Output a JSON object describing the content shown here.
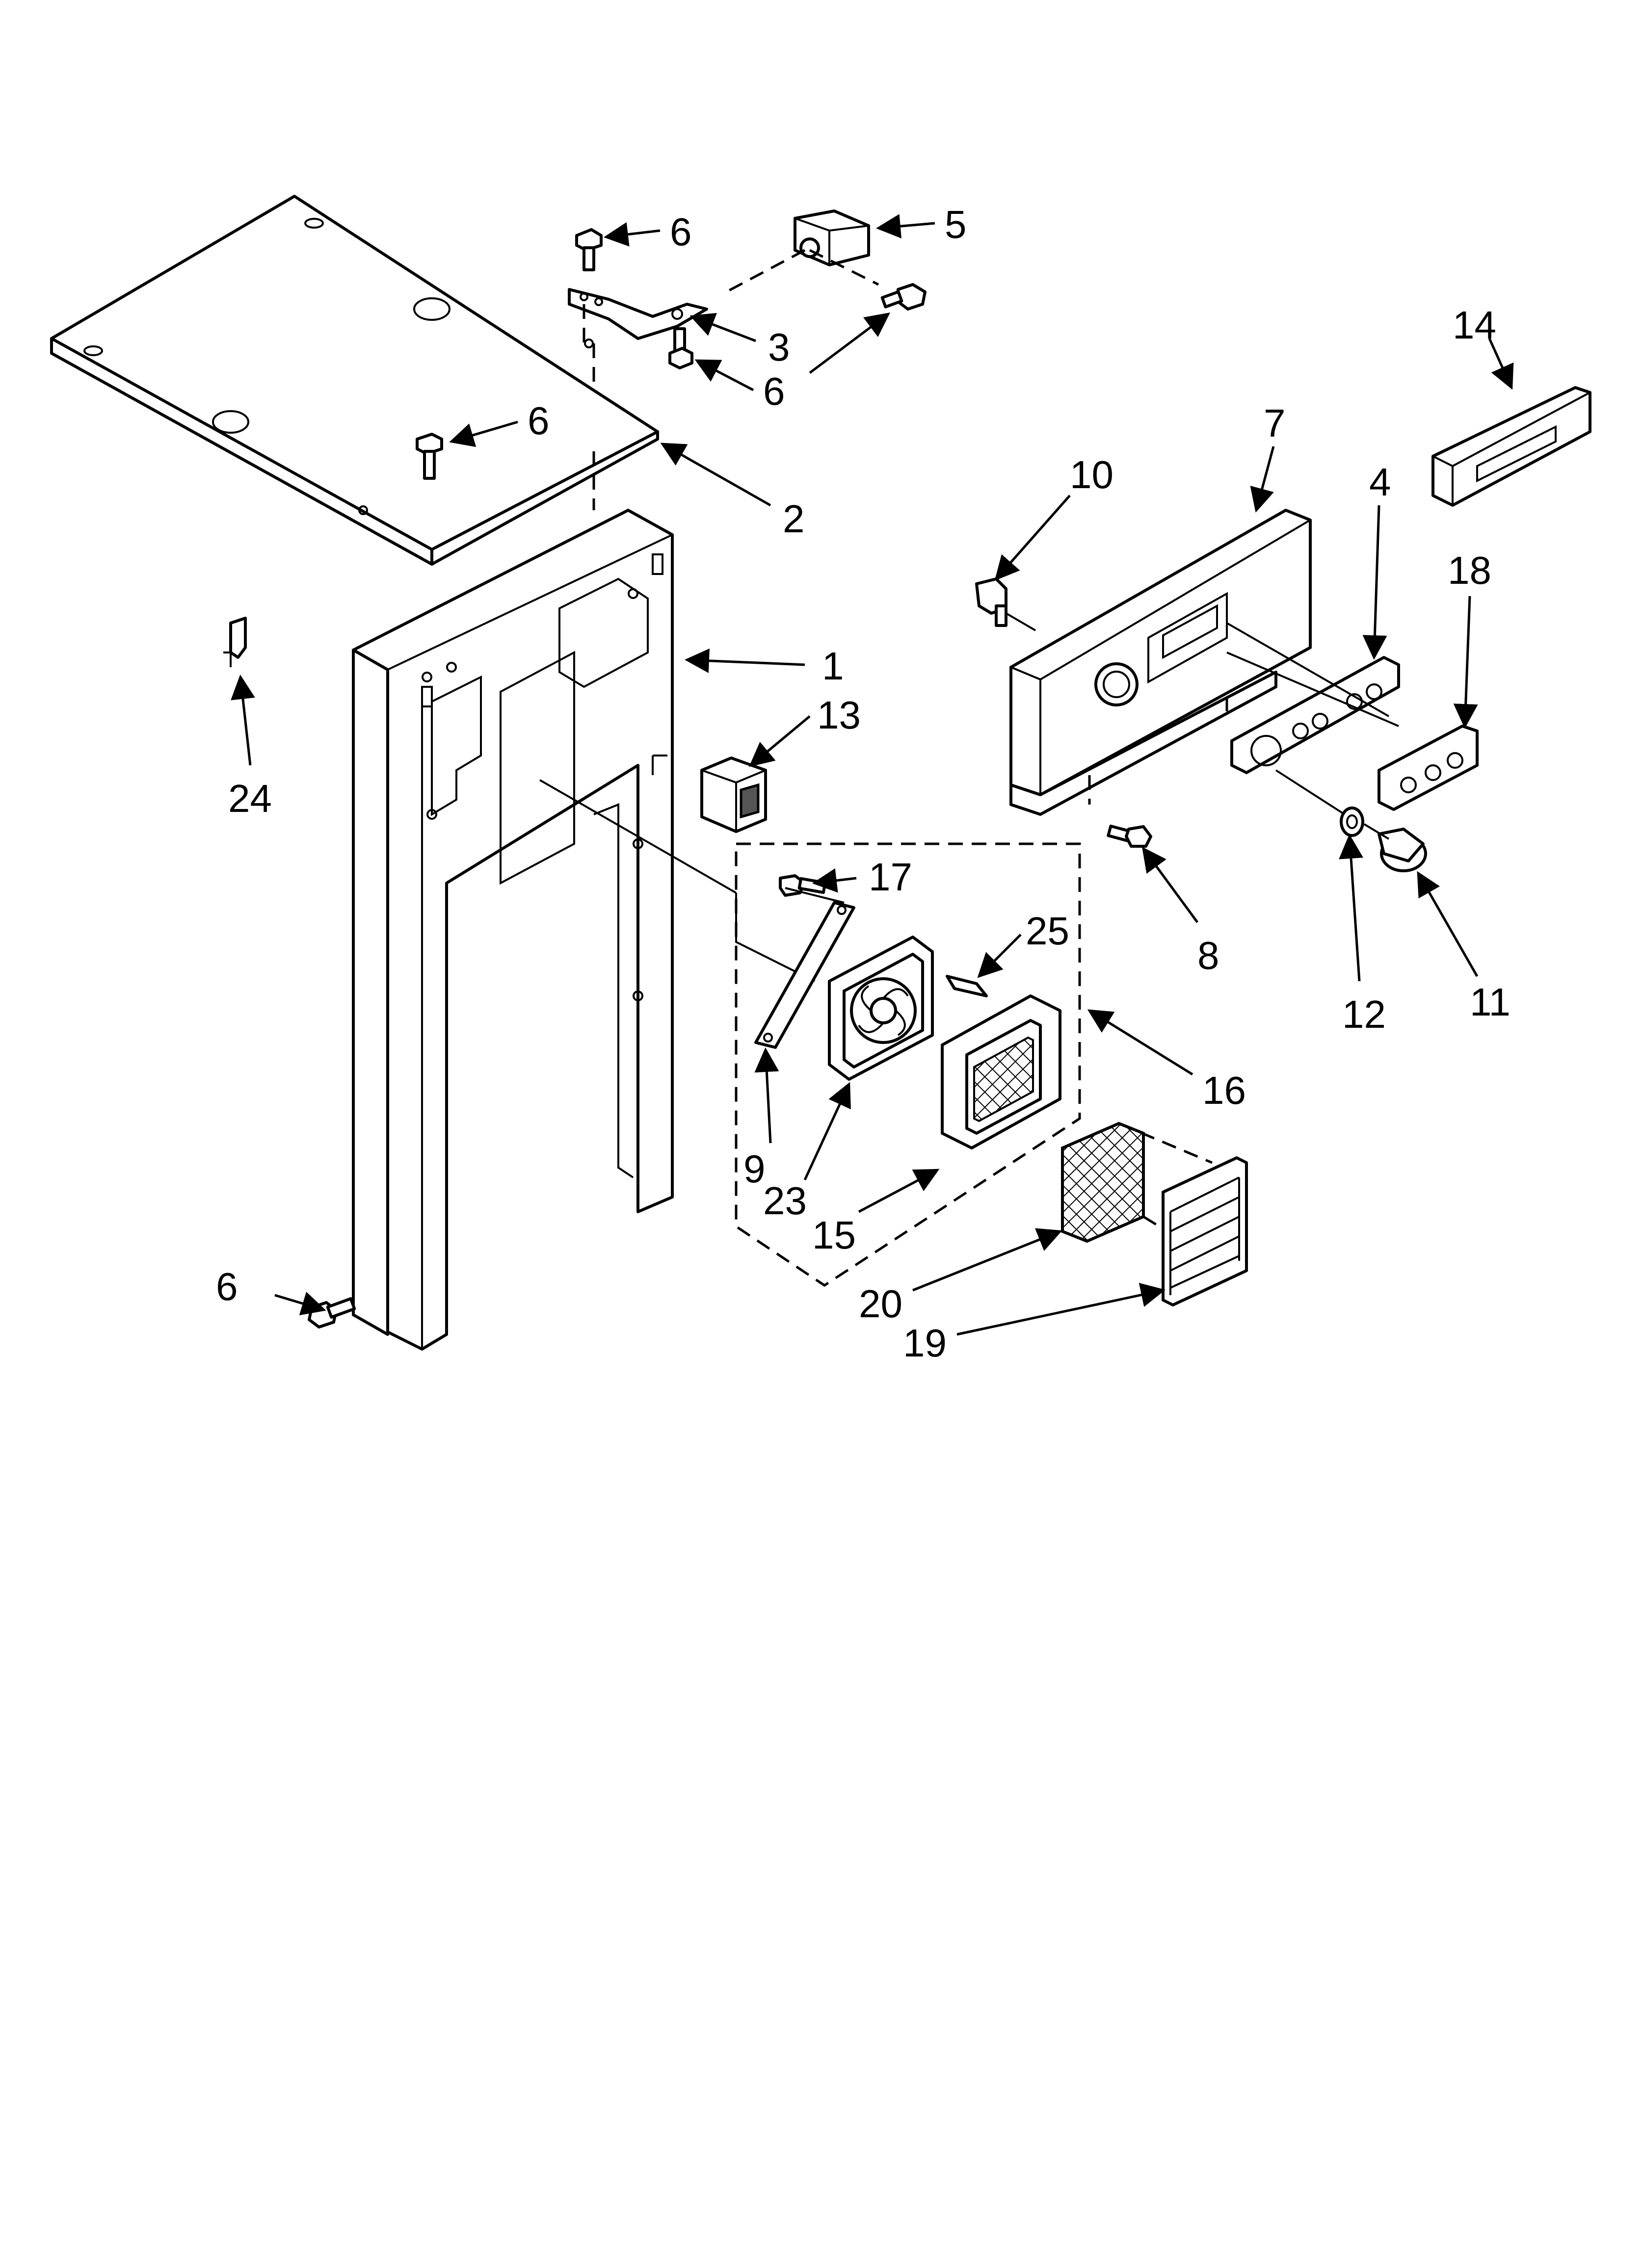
{
  "callouts": {
    "c1": "1",
    "c2": "2",
    "c3": "3",
    "c4": "4",
    "c5": "5",
    "c6a": "6",
    "c6b": "6",
    "c6c": "6",
    "c6d": "6",
    "c7": "7",
    "c8": "8",
    "c9": "9",
    "c10": "10",
    "c11": "11",
    "c12": "12",
    "c13": "13",
    "c14": "14",
    "c15": "15",
    "c16": "16",
    "c17": "17",
    "c18": "18",
    "c19": "19",
    "c20": "20",
    "c23": "23",
    "c24": "24",
    "c25": "25"
  }
}
